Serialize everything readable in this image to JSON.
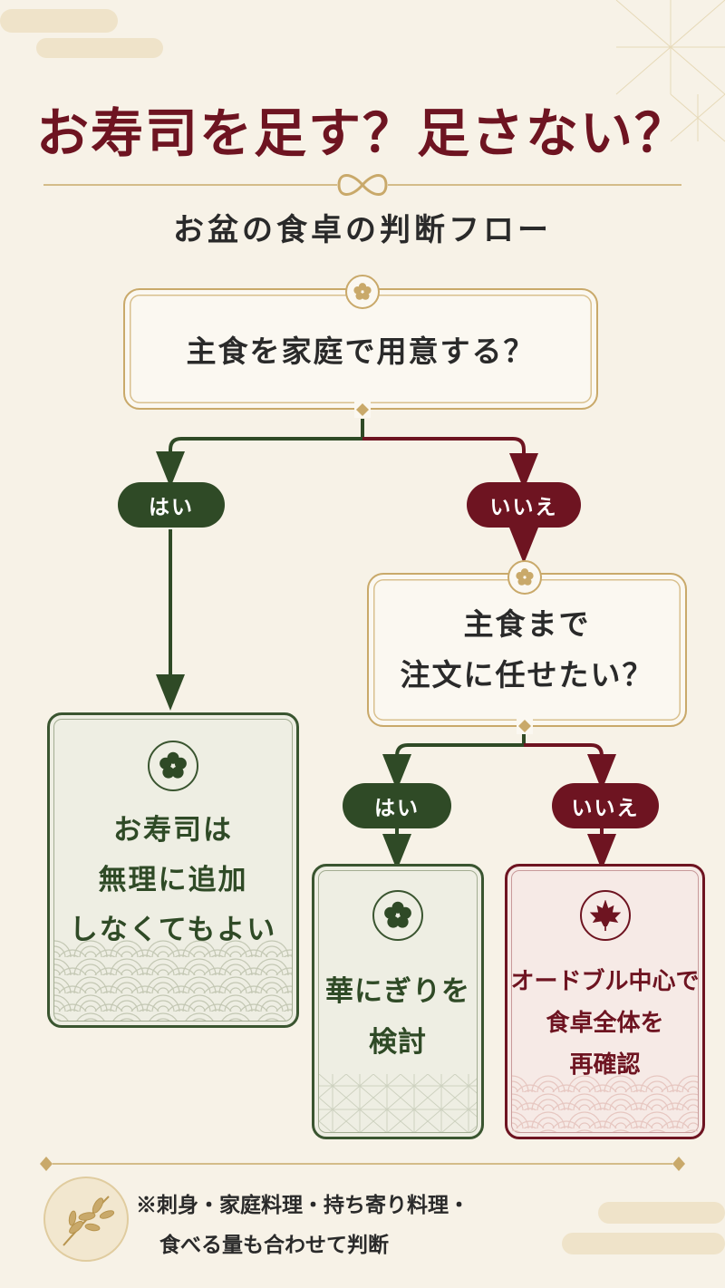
{
  "header": {
    "title": "お寿司を足す？足さない？",
    "subtitle": "お盆の食卓の判断フロー"
  },
  "flow": {
    "q1": {
      "text": "主食を家庭で用意する？"
    },
    "q1_yes": {
      "label": "はい"
    },
    "q1_no": {
      "label": "いいえ"
    },
    "result_yes": {
      "line1": "お寿司は",
      "line2": "無理に追加",
      "line3": "しなくてもよい"
    },
    "q2": {
      "line1": "主食まで",
      "line2": "注文に任せたい？"
    },
    "q2_yes": {
      "label": "はい"
    },
    "q2_no": {
      "label": "いいえ"
    },
    "result_q2_yes": {
      "line1": "華にぎりを",
      "line2": "検討"
    },
    "result_q2_no": {
      "line1": "オードブル中心で",
      "line2": "食卓全体を",
      "line3": "再確認"
    }
  },
  "footer": {
    "note_line1": "※刺身・家庭料理・持ち寄り料理・",
    "note_line2": "食べる量も合わせて判断"
  },
  "colors": {
    "background": "#f7f2e7",
    "title_red": "#6e1421",
    "yes_green": "#2f4a26",
    "no_red": "#6e1421",
    "gold": "#c9a96a"
  },
  "icons": {
    "question_badge": "plum-blossom-icon",
    "result_yes_badge": "plum-blossom-icon",
    "result_no_badge": "maple-leaf-icon",
    "footer_decoration": "leaf-branch-icon"
  }
}
